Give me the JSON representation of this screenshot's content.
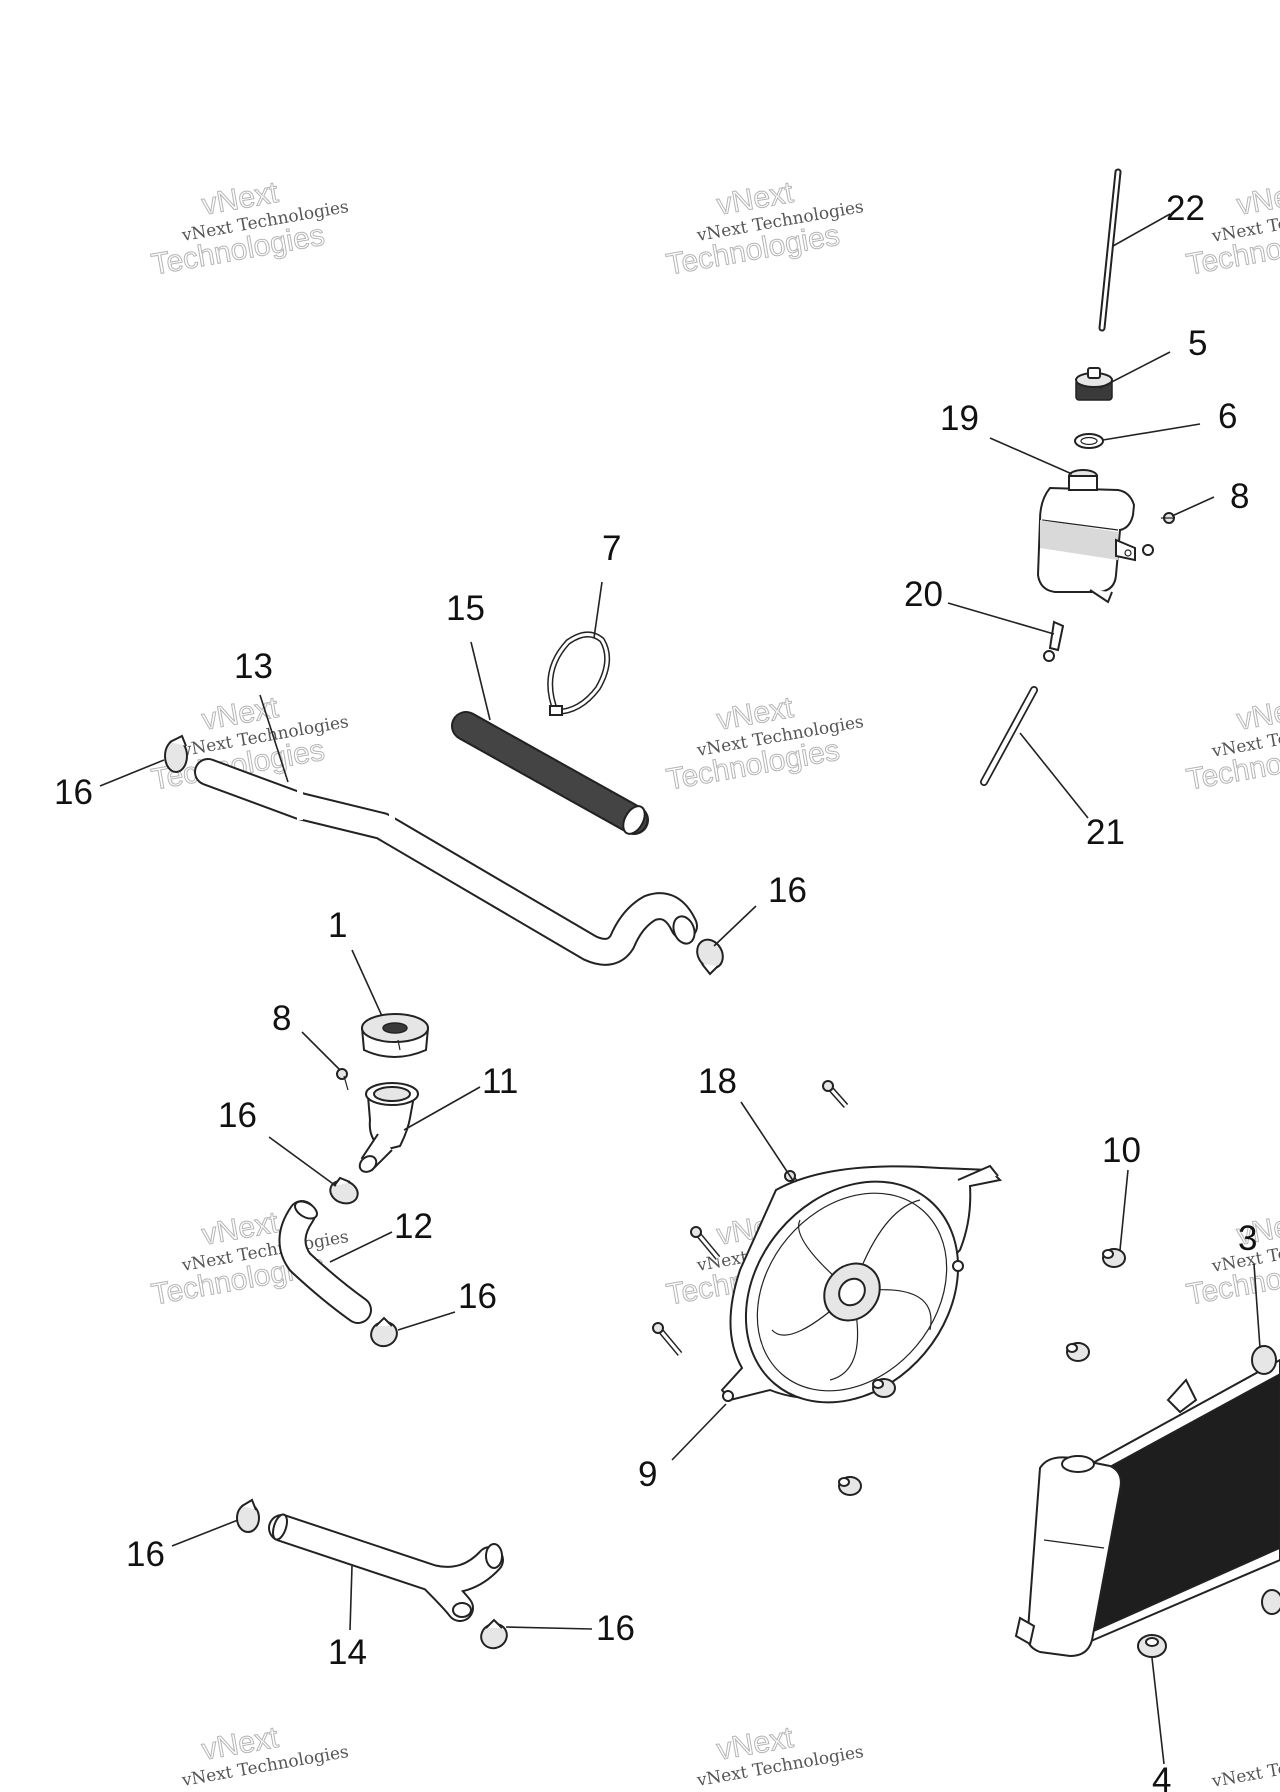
{
  "watermark": {
    "company": "vNext Technologies",
    "big": "Technologies",
    "small": "vNext"
  },
  "callouts": {
    "c22": "22",
    "c5": "5",
    "c19": "19",
    "c6": "6",
    "c8a": "8",
    "c7": "7",
    "c15": "15",
    "c20": "20",
    "c13": "13",
    "c16a": "16",
    "c21": "21",
    "c16b": "16",
    "c1": "1",
    "c8b": "8",
    "c11": "11",
    "c18": "18",
    "c16c": "16",
    "c10": "10",
    "c12": "12",
    "c3": "3",
    "c16d": "16",
    "c9": "9",
    "c16e": "16",
    "c14": "14",
    "c16f": "16",
    "c4": "4"
  }
}
